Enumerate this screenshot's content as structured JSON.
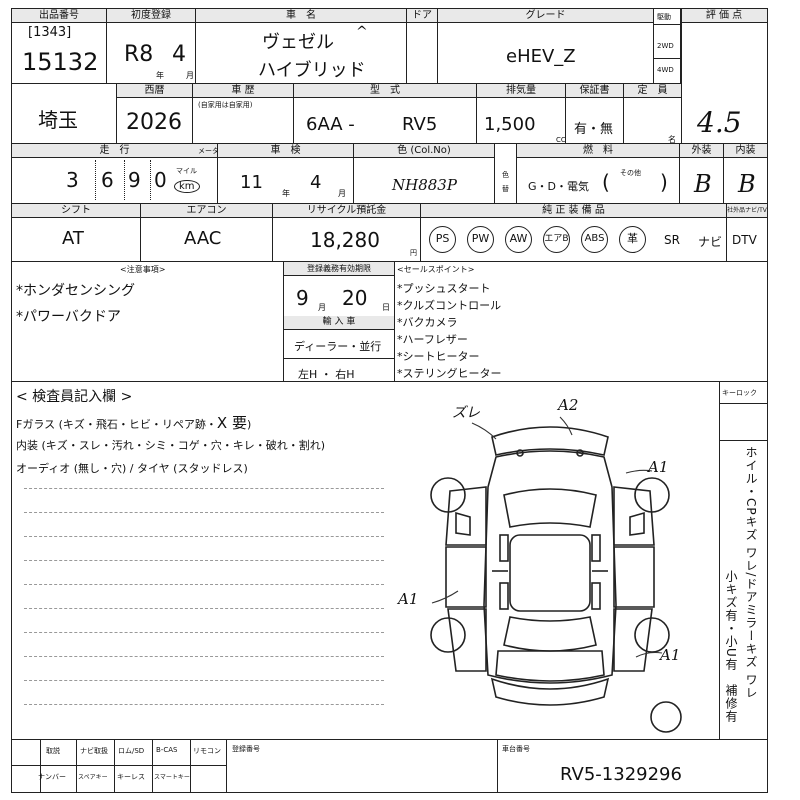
{
  "header": {
    "lot_label": "出品番号",
    "lot_sub": "[1343]",
    "lot_number": "15132",
    "first_reg_label": "初度登録",
    "era_year": "R8",
    "month": "4",
    "year_suffix": "年",
    "month_suffix": "月",
    "car_name_label": "車　名",
    "car_name_1": "ヴェゼル",
    "car_name_2": "ハイブリッド",
    "door_label": "ドア",
    "grade_label": "グレード",
    "grade": "eHEV_Z",
    "drive_label": "駆動",
    "drive_2wd": "2WD",
    "drive_4wd": "4WD",
    "score_label": "評 価 点",
    "score": "4.5"
  },
  "row2": {
    "region": "埼玉",
    "model_year_label": "西暦",
    "model_year": "2026",
    "shaken_label": "車 歴",
    "shaken_sub": "(自家用は自家用)",
    "type_label": "型　式",
    "type_prefix": "6AA -",
    "type_code": "RV5",
    "displacement_label": "排気量",
    "displacement": "1,500",
    "cc": "CC",
    "warranty_label": "保証書",
    "warranty": "有・無",
    "capacity_label": "定　員",
    "capacity_suffix": "名"
  },
  "row3": {
    "mileage_label": "走　行",
    "mileage_digits": [
      "3",
      "6",
      "9",
      "0"
    ],
    "mileage_unit_top": "マイル",
    "mileage_unit": "km",
    "meter_label": "メーター",
    "inspection_label": "車　検",
    "inspection_year": "11",
    "inspection_month": "4",
    "year_suffix": "年",
    "month_suffix": "月",
    "color_label": "色 (Col.No)",
    "color_code": "NH883P",
    "color_side": "色替",
    "fuel_label": "燃　料",
    "fuel_options": "G・D・電気",
    "fuel_other": "その他",
    "exterior_label": "外装",
    "exterior": "B",
    "interior_label": "内装",
    "interior": "B"
  },
  "row4": {
    "shift_label": "シフト",
    "shift": "AT",
    "ac_label": "エアコン",
    "ac": "AAC",
    "recycle_label": "リサイクル預託金",
    "recycle": "18,280",
    "yen": "円",
    "equipment_label": "純 正 装 備 品",
    "equipment": [
      "PS",
      "PW",
      "AW",
      "エアB",
      "ABS",
      "革"
    ],
    "equipment_plain": [
      "SR",
      "ナビ",
      "DTV"
    ],
    "option_label": "社外品ナビ/TV"
  },
  "notes": {
    "notes_label": "<注意事項>",
    "notes": [
      "*ホンダセンシング",
      "*パワーバクドア"
    ],
    "expiry_label": "登録義務有効期限",
    "expiry_month": "9",
    "expiry_day": "20",
    "month_suffix": "月",
    "day_suffix": "日",
    "import_label": "輸 入 車",
    "import_value": "ディーラー・並行",
    "steering": "左H ・ 右H",
    "sales_label": "<セールスポイント>",
    "sales_points": [
      "*プッシュスタート",
      "*クルズコントロール",
      "*バクカメラ",
      "*ハーフレザー",
      "*シートヒーター",
      "*ステリングヒーター"
    ]
  },
  "inspection": {
    "title": "< 検査員記入欄 >",
    "line1_prefix": "Fガラス (キズ・飛石・ヒビ・リペア跡・",
    "line1_mark": "X 要",
    "line1_suffix": ")",
    "line2": "内装 (キズ・スレ・汚れ・シミ・コゲ・穴・キレ・破れ・割れ)",
    "line3": "オーディオ (無し・穴) / タイヤ (スタッドレス)",
    "key_label": "キーロック",
    "vertical_1": "ホイル・CPキズ ワレ/ドアミラーキズ ワレ",
    "vertical_2": "小キズ有・小U有　補修有",
    "marks": {
      "top_left": "ズレ",
      "top": "A2",
      "right": "A1",
      "left": "A1",
      "bottom_right": "A1"
    }
  },
  "footer": {
    "items_top": [
      "取説",
      "ナビ取扱",
      "ロム/SD",
      "B-CAS",
      "リモコン"
    ],
    "items_bottom": [
      "ナンバー",
      "スペアキー",
      "キーレス",
      "スマートキー",
      ""
    ],
    "reg_label": "登録番号",
    "chassis_label": "車台番号",
    "chassis": "RV5-1329296"
  }
}
